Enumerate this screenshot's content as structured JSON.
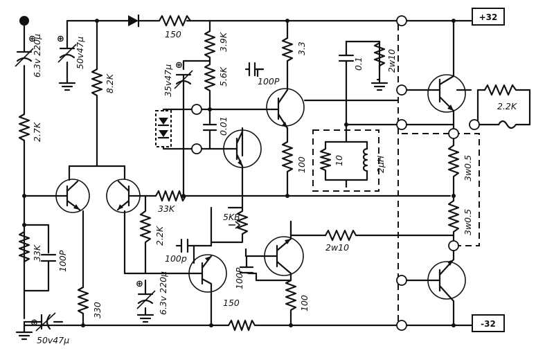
{
  "rails": {
    "positive": "+32",
    "negative": "-32"
  },
  "labels": {
    "cap_input_top": "6.3v 220μ",
    "cap_input_top_pol": "⊕",
    "cap_top2": "50v47μ",
    "cap_top2_pol": "⊕",
    "res_2_7k": "2.7K",
    "res_8_2k": "8.2K",
    "res_150_top": "150",
    "res_3_9k": "3.9K",
    "res_5_6k": "5.6K",
    "res_3_3": "3.3",
    "cap_35v": "35v47μ",
    "cap_35v_pol": "⊕",
    "cap_0_01": "0.01",
    "cap_100p_a": "100P",
    "cap_0_1": "0.1",
    "res_2w10_top": "2w10",
    "res_2_2k_out": "2.2K",
    "res_100_mid": "100",
    "res_10": "10",
    "ind_2uh": "2μH",
    "res_3w05_a": "3w0.5",
    "res_3w05_b": "3w0.5",
    "res_33k_mid": "33K",
    "pot_5kb": "5KB",
    "res_2_2k_low": "2.2K",
    "res_2w10_low": "2w10",
    "res_33k_left": "33K",
    "cap_100p_left": "100P",
    "cap_100p_b": "100p",
    "cap_100p_c": "100P",
    "cap_6_3v_low": "6.3v 220μ",
    "cap_6_3v_low_pol": "⊕",
    "res_330": "330",
    "res_150_low": "150",
    "res_100_low": "100",
    "cap_50v_bottom": "50v47μ",
    "cap_50v_bottom_pol": "⊕"
  }
}
